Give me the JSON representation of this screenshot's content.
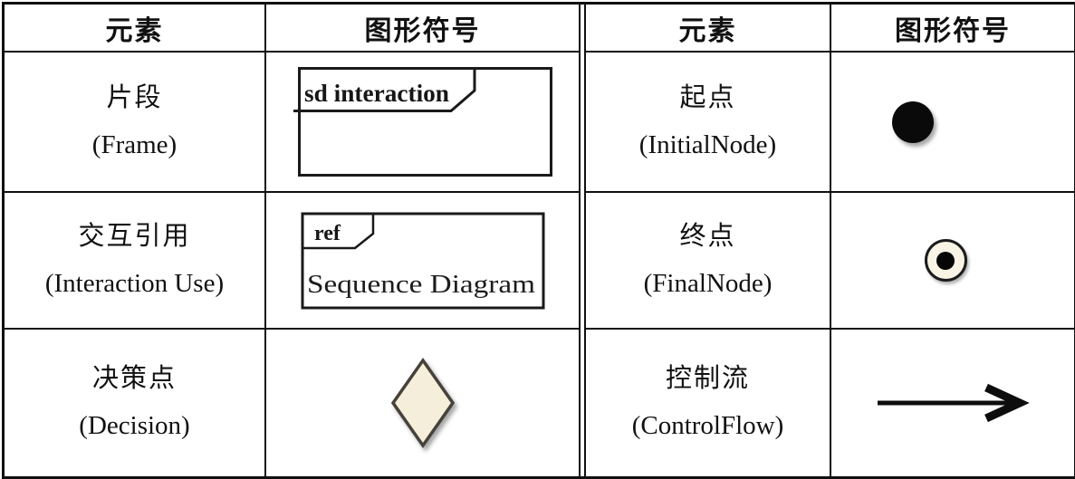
{
  "legend": {
    "headers": [
      "元素",
      "图形符号",
      "元素",
      "图形符号"
    ],
    "rows": [
      {
        "left": {
          "zh": "片段",
          "en": "(Frame)"
        },
        "right": {
          "zh": "起点",
          "en": "(InitialNode)"
        }
      },
      {
        "left": {
          "zh": "交互引用",
          "en": "(Interaction Use)"
        },
        "right": {
          "zh": "终点",
          "en": "(FinalNode)"
        }
      },
      {
        "left": {
          "zh": "决策点",
          "en": "(Decision)"
        },
        "right": {
          "zh": "控制流",
          "en": "(ControlFlow)"
        }
      }
    ],
    "symbols": {
      "frame_tab_label": "sd interaction",
      "ref_tab_label": "ref",
      "ref_body_label": "Sequence Diagram"
    },
    "colors": {
      "line": "#101010",
      "symbol_stroke": "#1a1a1a",
      "diamond_fill": "#f5eedb",
      "diamond_border": "#46413a",
      "final_node_fill": "#f8f3e4",
      "node_black": "#0a0a0a"
    }
  }
}
